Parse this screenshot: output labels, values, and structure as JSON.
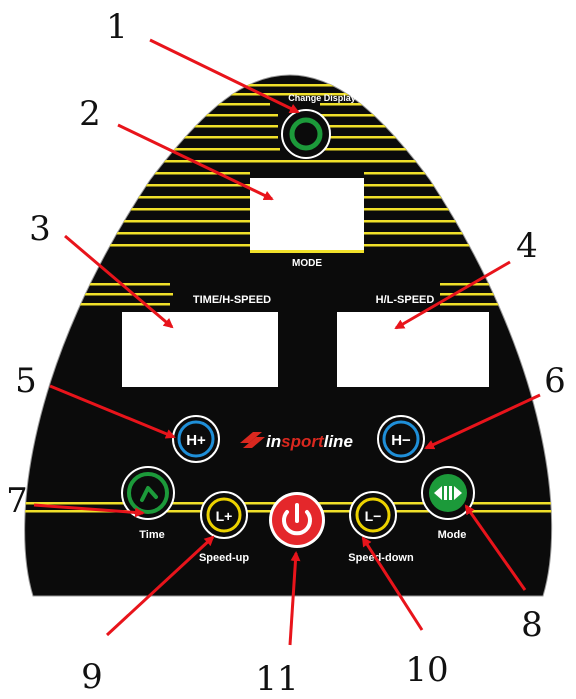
{
  "panel": {
    "top_label": "Change Display",
    "mode_label": "MODE",
    "time_speed_label": "TIME/H-SPEED",
    "hl_speed_label": "H/L-SPEED",
    "brand_prefix": "in",
    "brand_highlight": "sport",
    "brand_suffix": "line"
  },
  "buttons": {
    "h_plus": "H+",
    "h_minus": "H−",
    "l_plus": "L+",
    "l_minus": "L−",
    "time_caption": "Time",
    "speed_up_caption": "Speed-up",
    "speed_down_caption": "Speed-down",
    "mode_caption": "Mode"
  },
  "callouts": [
    "1",
    "2",
    "3",
    "4",
    "5",
    "6",
    "7",
    "8",
    "9",
    "10",
    "11"
  ],
  "colors": {
    "panel": "#0b0b0b",
    "stripe": "#f0e02a",
    "arrow": "#e8141b",
    "green_ring": "#1c9a3a",
    "blue_ring": "#1f8fd8",
    "yellow_ring": "#ecd200",
    "red_power": "#e4272b",
    "brand_red": "#d9281f"
  },
  "icons": {
    "change_display": "circle-button-icon",
    "time": "clock-icon",
    "mode": "mode-arrows-icon",
    "power": "power-icon"
  }
}
